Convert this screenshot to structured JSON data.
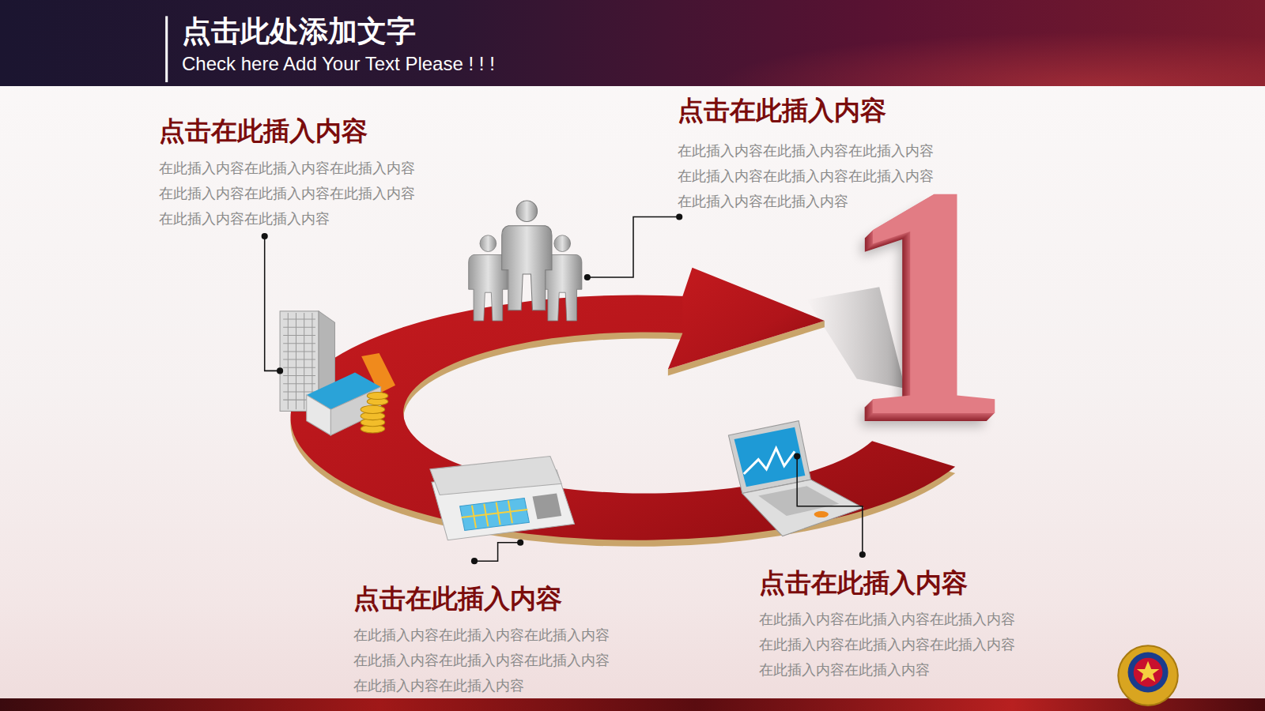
{
  "diagram": {
    "title": "点击此处添加文字",
    "labels": [
      "Check here Add Your Text Please ! ! !",
      "点击在此插入内容",
      "在此插入内容在此插入内容在此插入内容 在此插入内容在此插入内容在此插入内容 在此插入内容在此插入内容",
      "点击在此插入内容",
      "在此插入内容在此插入内容在此插入内容 在此插入内容在此插入内容在此插入内容 在此插入内容在此插入内容",
      "1",
      "点击在此插入内容",
      "在此插入内容在此插入内容在此插入内容 在此插入内容在此插入内容在此插入内容 在此插入内容在此插入内容",
      "点击在此插入内容",
      "在此插入内容在此插入内容在此插入内容 在此插入内容在此插入内容在此插入内容 在此插入内容在此插入内容"
    ]
  }
}
